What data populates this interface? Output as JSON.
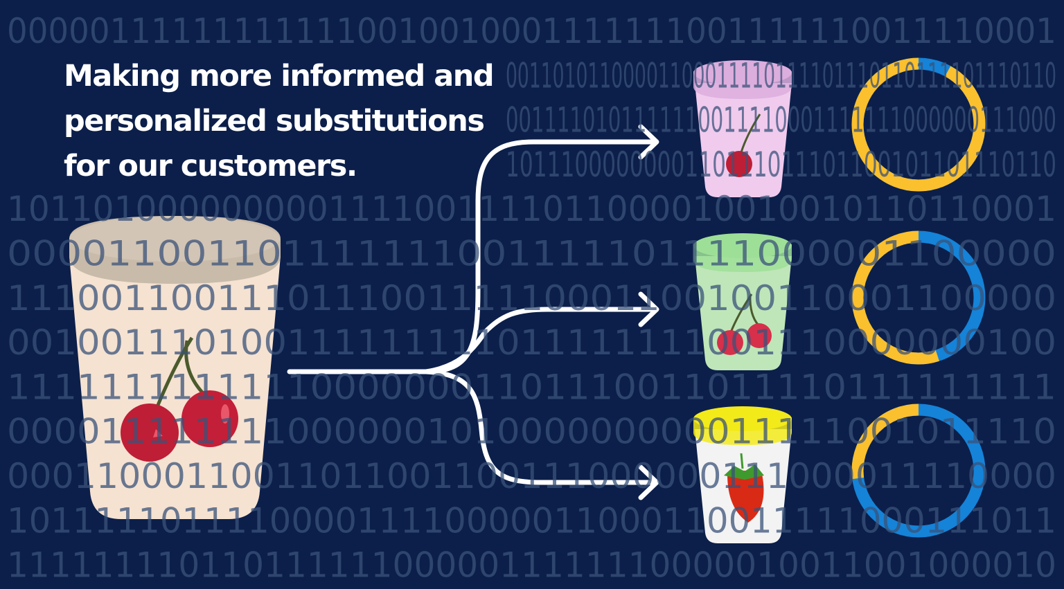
{
  "headline": {
    "lines": [
      "Making more informed and",
      "personalized substitutions",
      "for our customers."
    ]
  },
  "background_binary": [
    "000001111111111110010010001111111001111110011110001",
    "00110101100001100011110111101110110111101110110",
    "0011110101111110011110001111111000000111000",
    "1011100000000110111011101100101101110110",
    "1011010000000001111001111011000010010010110110001",
    "000011001101111111001111101111000001100000",
    "111001100111011100111110001100100110001100000",
    "001001110100111111111011111111001110000000100",
    "111111111111100000001101110011011110111111111",
    "000011111111000000101000000000011111001011110",
    "00011000110011011001100111000000111000011110000",
    "101111101111000011110000011000110011111000111011",
    "1111111101101111110000011111110000010011001000010"
  ],
  "products": [
    {
      "name": "original-cherry-yogurt",
      "lid": "#c9bba9",
      "body": "#f5e2d1",
      "fruit": "cherries"
    },
    {
      "name": "substitute-cherry-yogurt-purple",
      "lid": "#dcaedd",
      "body": "#f0cbee",
      "fruit": "cherry",
      "match": 0.92
    },
    {
      "name": "substitute-cherry-yogurt-green",
      "lid": "#9edf98",
      "body": "#bfe6b9",
      "fruit": "cherries",
      "match": 0.55
    },
    {
      "name": "substitute-strawberry-yogurt",
      "lid": "#f3ea1a",
      "body": "#f3f3f3",
      "fruit": "strawberry",
      "match": 0.27
    }
  ],
  "colors": {
    "background": "#0c1f4a",
    "match_yellow": "#fbc02d",
    "mismatch_blue": "#1583d8",
    "arrow": "#ffffff"
  }
}
